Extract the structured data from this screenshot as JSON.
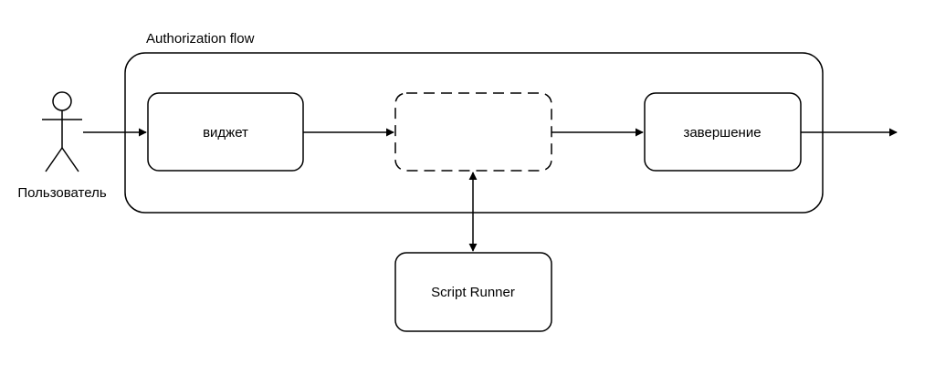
{
  "group": {
    "title": "Authorization flow"
  },
  "actor": {
    "label": "Пользователь"
  },
  "nodes": {
    "widget": "виджет",
    "placeholder": "",
    "completion": "завершение",
    "script_runner": "Script Runner"
  },
  "colors": {
    "stroke": "#000000",
    "background": "#ffffff",
    "text": "#000000"
  }
}
